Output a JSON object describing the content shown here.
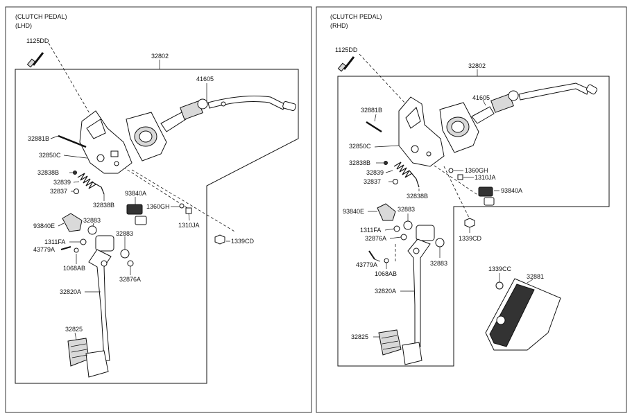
{
  "lhd": {
    "heading": "(CLUTCH PEDAL)",
    "variant": "(LHD)",
    "labels": {
      "p1125DD": "1125DD",
      "p32802": "32802",
      "p41605": "41605",
      "p32881B": "32881B",
      "p32850C": "32850C",
      "p32838B_a": "32838B",
      "p32839": "32839",
      "p32837": "32837",
      "p32838B_b": "32838B",
      "p93840A": "93840A",
      "p1360GH": "1360GH",
      "p1310JA": "1310JA",
      "p1339CD": "1339CD",
      "p93840E": "93840E",
      "p32883_a": "32883",
      "p32883_b": "32883",
      "p1311FA": "1311FA",
      "p43779A": "43779A",
      "p1068AB": "1068AB",
      "p32876A": "32876A",
      "p32820A": "32820A",
      "p32825": "32825"
    }
  },
  "rhd": {
    "heading": "(CLUTCH PEDAL)",
    "variant": "(RHD)",
    "labels": {
      "p1125DD": "1125DD",
      "p32802": "32802",
      "p32881B": "32881B",
      "p41605": "41605",
      "p32850C": "32850C",
      "p32838B_a": "32838B",
      "p1360GH": "1360GH",
      "p32839": "32839",
      "p1310JA": "1310JA",
      "p32837": "32837",
      "p93840A": "93840A",
      "p32838B_b": "32838B",
      "p93840E": "93840E",
      "p32883_a": "32883",
      "p1311FA": "1311FA",
      "p32876A": "32876A",
      "p1339CD": "1339CD",
      "p32883_b": "32883",
      "p43779A": "43779A",
      "p1068AB": "1068AB",
      "p1339CC": "1339CC",
      "p32881": "32881",
      "p32820A": "32820A",
      "p32825": "32825"
    }
  }
}
